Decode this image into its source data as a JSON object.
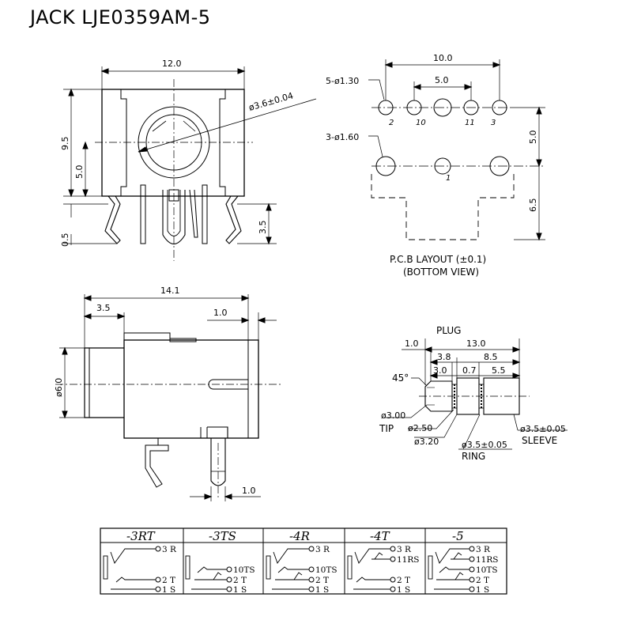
{
  "title": "JACK LJE0359AM-5",
  "front": {
    "dim_width": "12.0",
    "dim_height": "9.5",
    "dim_center": "5.0",
    "dim_pin_len": "3.5",
    "dim_offset": "0.5",
    "dim_bore": "ø3.6±0.04"
  },
  "pcb": {
    "dim_top": "10.0",
    "dim_inner": "5.0",
    "holes_small": "5-ø1.30",
    "holes_large": "3-ø1.60",
    "dim_v1": "5.0",
    "dim_v2": "6.5",
    "pins": [
      "2",
      "10",
      "11",
      "3",
      "1"
    ],
    "caption1": "P.C.B LAYOUT (±0.1)",
    "caption2": "(BOTTOM VIEW)"
  },
  "side": {
    "dim_len": "14.1",
    "dim_nose": "3.5",
    "dim_thk": "1.0",
    "dim_dia": "ø6.0",
    "dim_pin": "1.0"
  },
  "plug": {
    "title": "PLUG",
    "d_tip": "1.0",
    "d_total": "13.0",
    "d_a": "3.8",
    "d_b": "8.5",
    "d_c": "3.0",
    "d_d": "0.7",
    "d_e": "5.5",
    "angle": "45°",
    "tip_dia": "ø3.00",
    "tip": "TIP",
    "d250": "ø2.50",
    "d320": "ø3.20",
    "ring_dia": "ø3.5±0.05",
    "ring": "RING",
    "sleeve_dia": "ø3.5±0.05",
    "sleeve": "SLEEVE"
  },
  "table": {
    "headers": [
      "-3RT",
      "-3TS",
      "-4R",
      "-4T",
      "-5"
    ],
    "rows": [
      [
        "3 R",
        "2 T",
        "1 S"
      ],
      [
        "10TS",
        "2 T",
        "1 S"
      ],
      [
        "3 R",
        "10TS",
        "2 T",
        "1 S"
      ],
      [
        "3 R",
        "11RS",
        "2 T",
        "1 S"
      ],
      [
        "3 R",
        "11RS",
        "10TS",
        "2 T",
        "1 S"
      ]
    ]
  }
}
